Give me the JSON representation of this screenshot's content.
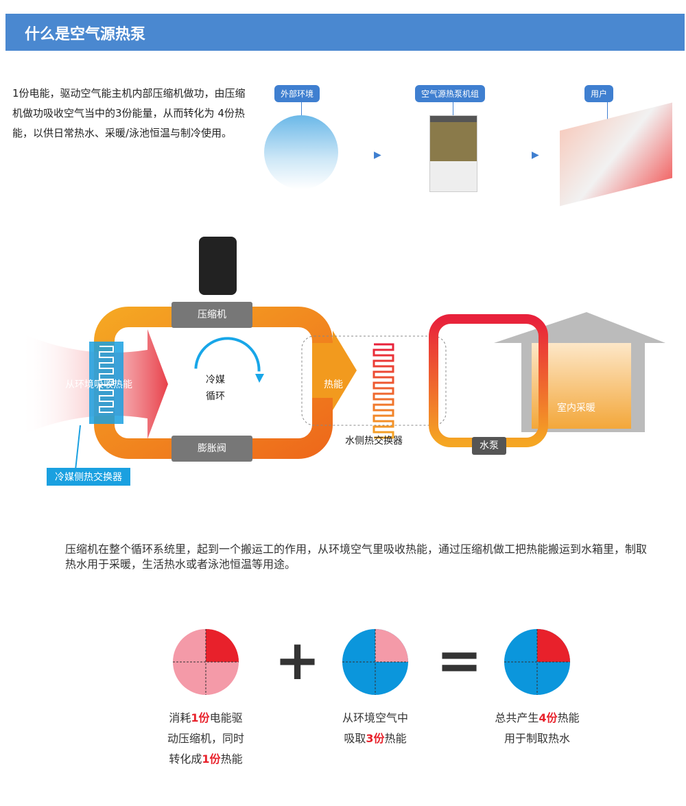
{
  "header": {
    "title": "什么是空气源热泵"
  },
  "intro": {
    "text": "1份电能，驱动空气能主机内部压缩机做功，由压缩机做功吸收空气当中的3份能量，从而转化为 4份热能，以供日常热水、采暖/泳池恒温与制冷使用。"
  },
  "flow": {
    "tags": [
      "外部环境",
      "空气源热泵机组",
      "用户"
    ]
  },
  "diagram": {
    "compressor": "压缩机",
    "expansion_valve": "膨胀阀",
    "absorb": "从环境吸收热能",
    "cycle_1": "冷媒",
    "cycle_2": "循环",
    "heat": "热能",
    "water_hx": "水侧热交换器",
    "refrigerant_hx": "冷媒侧热交换器",
    "pump": "水泵",
    "indoor": "室内采暖"
  },
  "description": "压缩机在整个循环系统里，起到一个搬运工的作用，从环境空气里吸收热能，通过压缩机做工把热能搬运到水箱里，制取热水用于采暖，生活热水或者泳池恒温等用途。",
  "equation": {
    "plus": "+",
    "equals": "=",
    "cap1": {
      "a": "消耗",
      "b": "1份",
      "c": "电能驱",
      "d": "动压缩机，同时",
      "e": "转化成",
      "f": "1份",
      "g": "热能"
    },
    "cap2": {
      "a": "从环境空气中",
      "b": "吸取",
      "c": "3份",
      "d": "热能"
    },
    "cap3": {
      "a": "总共产生",
      "b": "4份",
      "c": "热能",
      "d": "用于制取热水"
    }
  },
  "colors": {
    "blue": "#4a88d0",
    "orange": "#f29a1e",
    "red": "#e8212b",
    "pink": "#f49aa8",
    "cyan": "#0b96dc"
  }
}
